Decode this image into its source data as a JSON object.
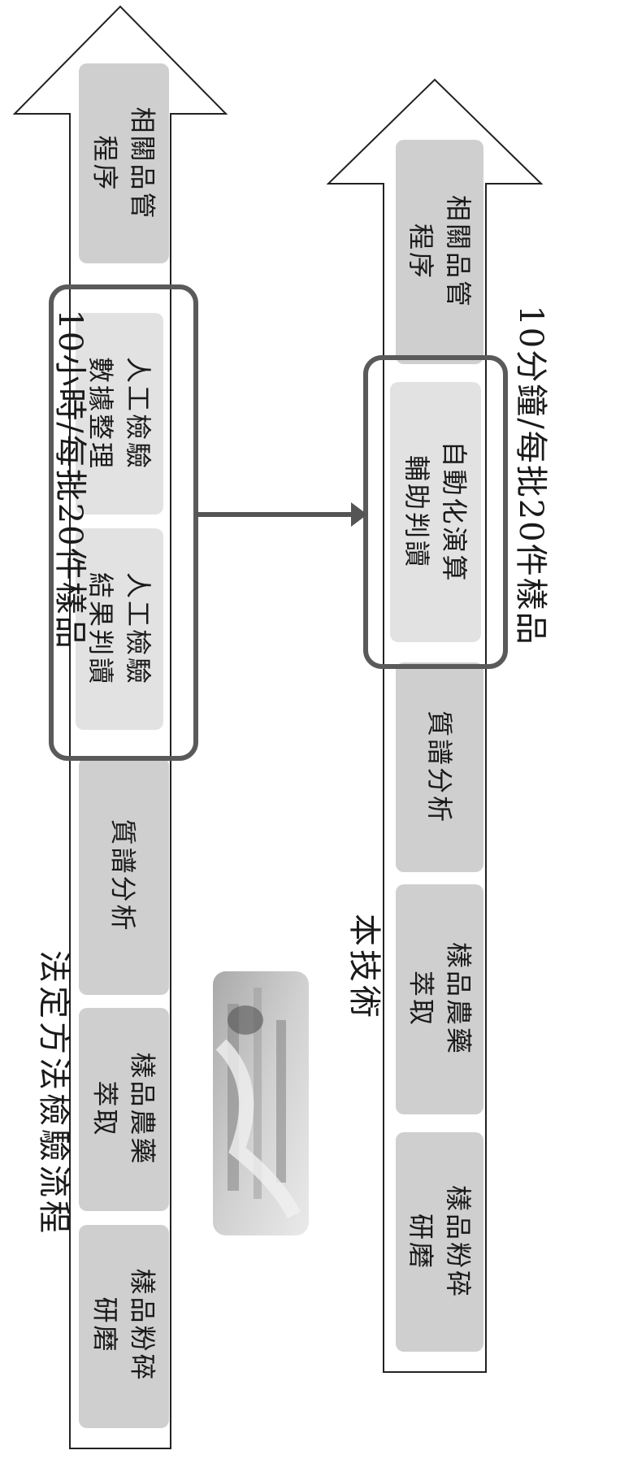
{
  "legal_flow": {
    "title": "法定方法檢驗流程",
    "time_label": "10小時/每批20件樣品",
    "steps": [
      {
        "line1": "樣品粉碎",
        "line2": "研磨"
      },
      {
        "line1": "樣品農藥",
        "line2": "萃取"
      },
      {
        "line1": "質譜分析",
        "line2": ""
      },
      {
        "line1": "人工檢驗",
        "line2": "結果判讀"
      },
      {
        "line1": "人工檢驗",
        "line2": "數據整理"
      },
      {
        "line1": "相關品管",
        "line2": "程序"
      }
    ]
  },
  "new_flow": {
    "title": "本技術",
    "time_label": "10分鐘/每批20件樣品",
    "steps": [
      {
        "line1": "樣品粉碎",
        "line2": "研磨"
      },
      {
        "line1": "樣品農藥",
        "line2": "萃取"
      },
      {
        "line1": "質譜分析",
        "line2": ""
      },
      {
        "line1": "自動化演算",
        "line2": "輔助判讀"
      },
      {
        "line1": "相關品管",
        "line2": "程序"
      }
    ]
  },
  "colors": {
    "box_fill": "#cfcfcf",
    "highlight_fill": "#e2e2e2",
    "outline": "#5a5a5a",
    "text": "#1a1a1a"
  }
}
